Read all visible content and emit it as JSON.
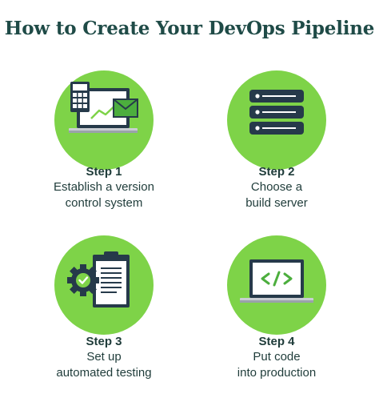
{
  "title": "How to Create Your DevOps Pipeline",
  "colors": {
    "title": "#1f4b47",
    "circle": "#7ed348",
    "dark": "#263a4a",
    "text": "#1f3c3a"
  },
  "steps": [
    {
      "label": "Step 1",
      "line1": "Establish a version",
      "line2": "control system",
      "icon": "laptop-calculator-email-icon"
    },
    {
      "label": "Step 2",
      "line1": "Choose a",
      "line2": "build server",
      "icon": "server-rack-icon"
    },
    {
      "label": "Step 3",
      "line1": "Set up",
      "line2": "automated testing",
      "icon": "gear-clipboard-icon"
    },
    {
      "label": "Step 4",
      "line1": "Put code",
      "line2": "into production",
      "icon": "laptop-code-icon"
    }
  ]
}
